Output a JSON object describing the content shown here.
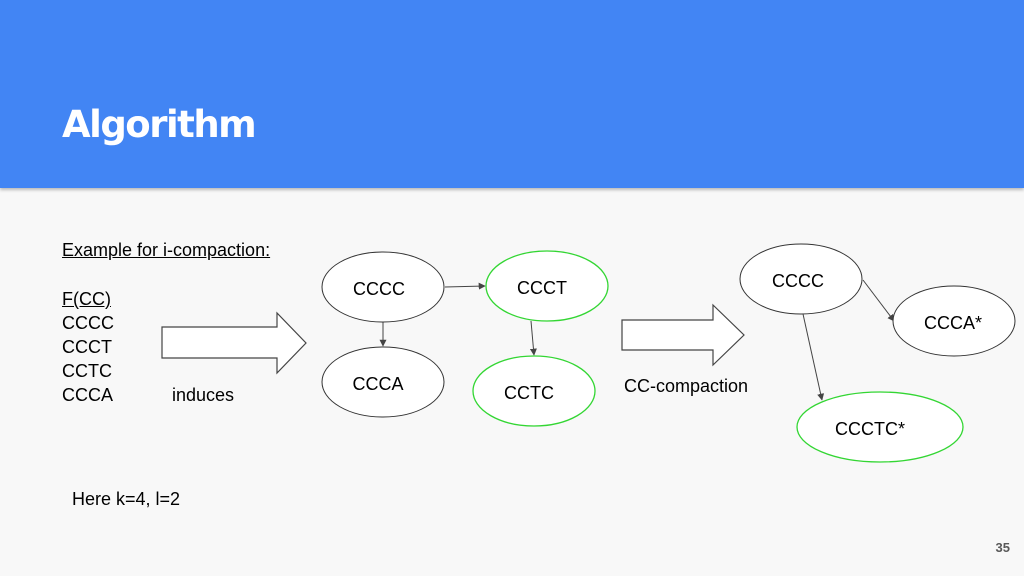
{
  "slide": {
    "title": "Algorithm",
    "page_number": "35",
    "colors": {
      "header": "#4285f4",
      "highlight_stroke": "#33d633",
      "node_stroke": "#333333",
      "background": "#f8f8f8"
    }
  },
  "example": {
    "heading": "Example for i-compaction:",
    "alpha_items": [
      "F(CC)",
      "CCCC",
      "CCCT",
      "CCTC",
      "CCCA"
    ],
    "induces_label": "induces",
    "params_text": "Here k=4, l=2"
  },
  "graph1": {
    "nodes": [
      {
        "id": "g1-cccc",
        "label": "CCCC",
        "highlight": false
      },
      {
        "id": "g1-ccct",
        "label": "CCCT",
        "highlight": true
      },
      {
        "id": "g1-ccca",
        "label": "CCCA",
        "highlight": false
      },
      {
        "id": "g1-cctc",
        "label": "CCTC",
        "highlight": true
      }
    ],
    "edges": [
      [
        "g1-cccc",
        "g1-ccct"
      ],
      [
        "g1-cccc",
        "g1-ccca"
      ],
      [
        "g1-ccct",
        "g1-cctc"
      ]
    ]
  },
  "compaction": {
    "label": "CC-compaction"
  },
  "graph2": {
    "nodes": [
      {
        "id": "g2-cccc",
        "label": "CCCC",
        "highlight": false
      },
      {
        "id": "g2-ccca",
        "label": "CCCA*",
        "highlight": false
      },
      {
        "id": "g2-ccctc",
        "label": "CCCTC*",
        "highlight": true
      }
    ],
    "edges": [
      [
        "g2-cccc",
        "g2-ccca"
      ],
      [
        "g2-cccc",
        "g2-ccctc"
      ]
    ]
  }
}
